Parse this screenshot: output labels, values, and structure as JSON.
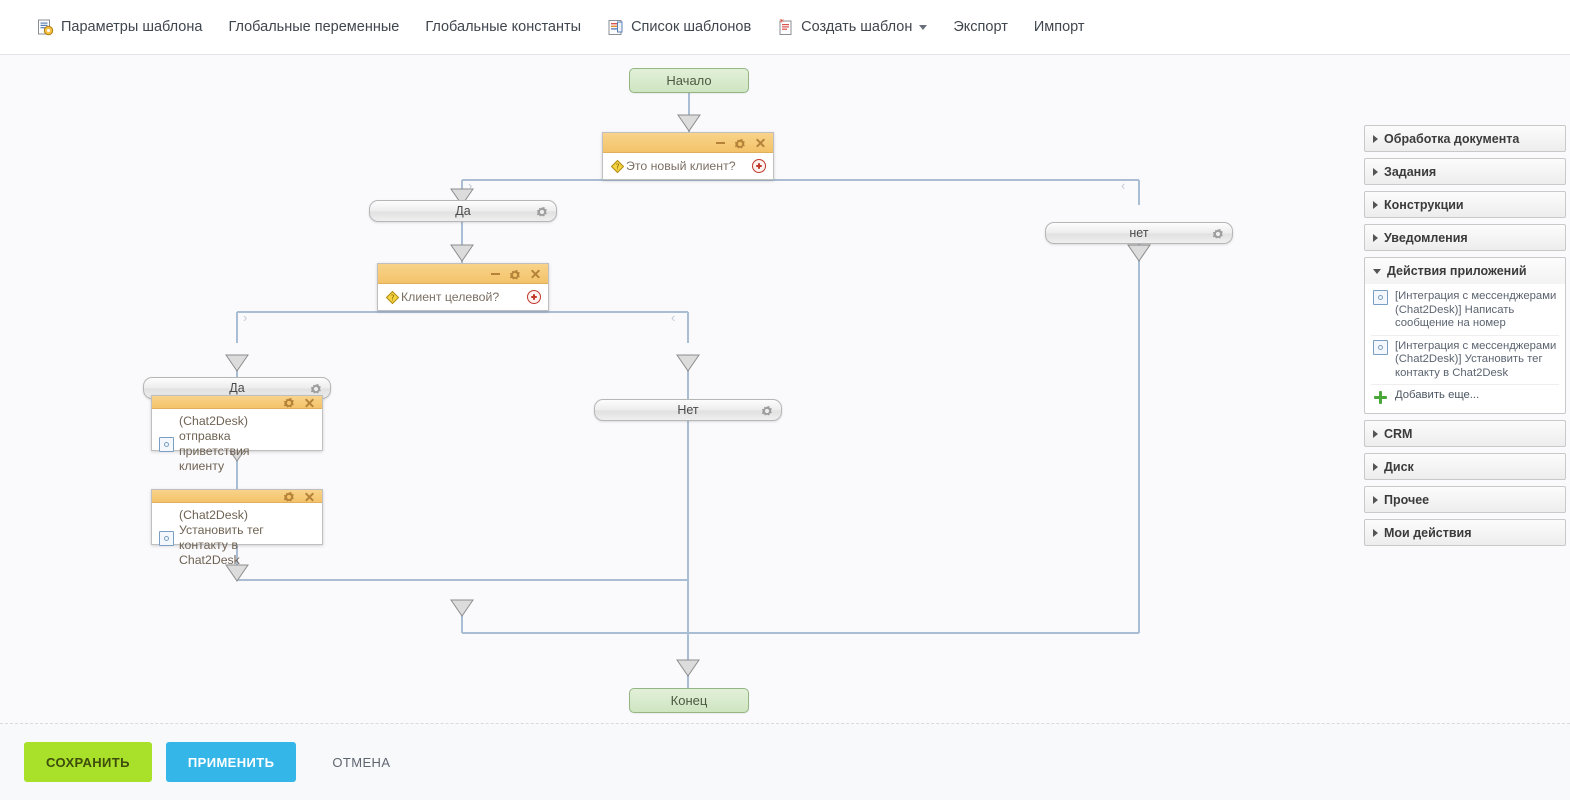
{
  "toolbar": {
    "items": [
      {
        "label": "Параметры шаблона",
        "icon": "document-gear-icon",
        "caret": false
      },
      {
        "label": "Глобальные переменные",
        "icon": "",
        "caret": false
      },
      {
        "label": "Глобальные константы",
        "icon": "",
        "caret": false
      },
      {
        "label": "Список шаблонов",
        "icon": "document-list-icon",
        "caret": false
      },
      {
        "label": "Создать шаблон",
        "icon": "document-new-icon",
        "caret": true
      },
      {
        "label": "Экспорт",
        "icon": "",
        "caret": false
      },
      {
        "label": "Импорт",
        "icon": "",
        "caret": false
      }
    ]
  },
  "flow": {
    "start": {
      "label": "Начало"
    },
    "end": {
      "label": "Конец"
    },
    "cond1": {
      "label": "Это новый клиент?"
    },
    "cond2": {
      "label": "Клиент целевой?"
    },
    "branch_yes_1": {
      "label": "Да"
    },
    "branch_no_1": {
      "label": "нет"
    },
    "branch_yes_2": {
      "label": "Да"
    },
    "branch_no_2": {
      "label": "Нет"
    },
    "action1": {
      "label": "(Chat2Desk) отправка приветствия клиенту"
    },
    "action2": {
      "label": "(Chat2Desk) Установить тег контакту в Chat2Desk"
    }
  },
  "sidebar": {
    "groups": [
      {
        "label": "Обработка документа",
        "expanded": false
      },
      {
        "label": "Задания",
        "expanded": false
      },
      {
        "label": "Конструкции",
        "expanded": false
      },
      {
        "label": "Уведомления",
        "expanded": false
      },
      {
        "label": "Действия приложений",
        "expanded": true,
        "items": [
          {
            "label": "[Интеграция с мессенджерами (Chat2Desk)] Написать сообщение на номер",
            "icon": "app-action-icon"
          },
          {
            "label": "[Интеграция с мессенджерами (Chat2Desk)] Установить тег контакту в Chat2Desk",
            "icon": "app-action-icon"
          }
        ],
        "add_more": {
          "label": "Добавить еще...",
          "icon": "plus-icon"
        }
      },
      {
        "label": "CRM",
        "expanded": false
      },
      {
        "label": "Диск",
        "expanded": false
      },
      {
        "label": "Прочее",
        "expanded": false
      },
      {
        "label": "Мои действия",
        "expanded": false
      }
    ]
  },
  "footer": {
    "save": "СОХРАНИТЬ",
    "apply": "ПРИМЕНИТЬ",
    "cancel": "ОТМЕНА"
  },
  "colors": {
    "canvas": "#faf9fb",
    "connector": "#a9bdd5",
    "node_header": "#f3c36a",
    "terminal": "#cfe5c2",
    "save_green": "#a8e02a",
    "apply_blue": "#35b6e8",
    "accent_red": "#c0392b"
  }
}
